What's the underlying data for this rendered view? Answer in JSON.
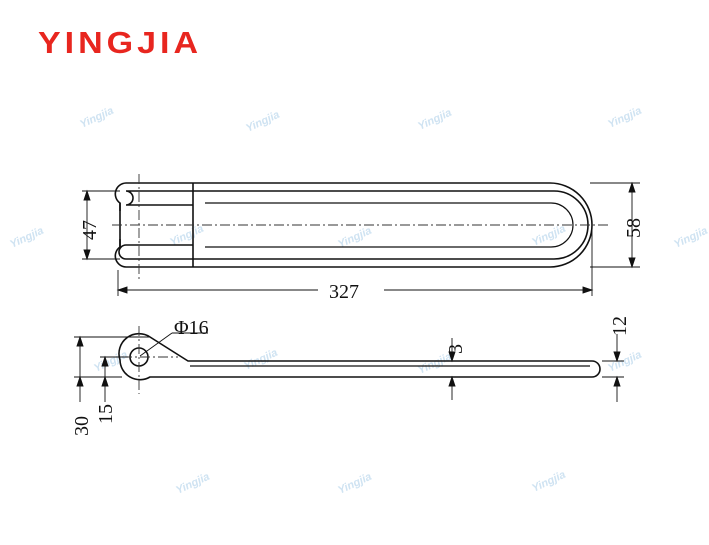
{
  "brand": {
    "name": "YINGJIA",
    "color": "#e8261f"
  },
  "watermark": {
    "text": "Yingjia",
    "color": "#cfe3f2"
  },
  "dimensions": {
    "inner_width": "47",
    "overall_width": "58",
    "overall_length": "327",
    "hole_diameter": "Φ16",
    "plate_thickness": "3",
    "tip_height": "12",
    "total_height": "30",
    "hole_offset": "15"
  },
  "colors": {
    "line": "#111111",
    "centerline": "#333333"
  }
}
